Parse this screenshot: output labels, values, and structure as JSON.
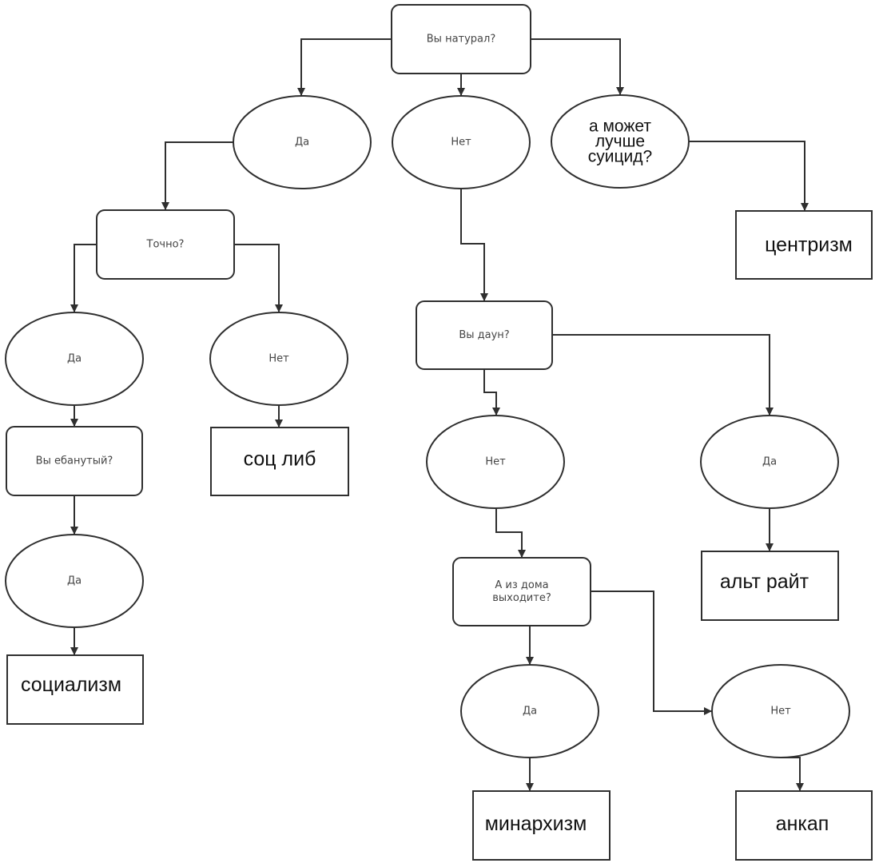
{
  "nodes": [
    {
      "id": "q_natural",
      "shape": "rect",
      "lines": [
        "Вы натурал?"
      ]
    },
    {
      "id": "a_yes_1",
      "shape": "ellipse",
      "lines": [
        "Да"
      ]
    },
    {
      "id": "a_no_1",
      "shape": "ellipse",
      "lines": [
        "Нет"
      ]
    },
    {
      "id": "a_suicide",
      "shape": "ellipse",
      "lines": [
        "а может",
        "лучше",
        "суицид?"
      ]
    },
    {
      "id": "r_centrism",
      "shape": "box",
      "lines": [
        "центризм"
      ]
    },
    {
      "id": "q_sure",
      "shape": "rect",
      "lines": [
        "Точно?"
      ]
    },
    {
      "id": "a_yes_2",
      "shape": "ellipse",
      "lines": [
        "Да"
      ]
    },
    {
      "id": "a_no_2",
      "shape": "ellipse",
      "lines": [
        "Нет"
      ]
    },
    {
      "id": "q_crazy",
      "shape": "rect",
      "lines": [
        "Вы ебанутый?"
      ]
    },
    {
      "id": "r_soclib",
      "shape": "box",
      "lines": [
        "соц либ"
      ]
    },
    {
      "id": "a_yes_3",
      "shape": "ellipse",
      "lines": [
        "Да"
      ]
    },
    {
      "id": "r_socialism",
      "shape": "box",
      "lines": [
        "социализм"
      ]
    },
    {
      "id": "q_down",
      "shape": "rect",
      "lines": [
        "Вы даун?"
      ]
    },
    {
      "id": "a_no_3",
      "shape": "ellipse",
      "lines": [
        "Нет"
      ]
    },
    {
      "id": "a_yes_4",
      "shape": "ellipse",
      "lines": [
        "Да"
      ]
    },
    {
      "id": "r_altright",
      "shape": "box",
      "lines": [
        "альт райт"
      ]
    },
    {
      "id": "q_home",
      "shape": "rect",
      "lines": [
        "А из дома",
        "выходите?"
      ]
    },
    {
      "id": "a_yes_5",
      "shape": "ellipse",
      "lines": [
        "Да"
      ]
    },
    {
      "id": "a_no_4",
      "shape": "ellipse",
      "lines": [
        "Нет"
      ]
    },
    {
      "id": "r_minarchism",
      "shape": "box",
      "lines": [
        "минархизм"
      ]
    },
    {
      "id": "r_ancap",
      "shape": "box",
      "lines": [
        "анкап"
      ]
    }
  ],
  "edges": [
    [
      "q_natural",
      "a_yes_1"
    ],
    [
      "q_natural",
      "a_no_1"
    ],
    [
      "q_natural",
      "a_suicide"
    ],
    [
      "a_suicide",
      "r_centrism"
    ],
    [
      "a_yes_1",
      "q_sure"
    ],
    [
      "q_sure",
      "a_yes_2"
    ],
    [
      "q_sure",
      "a_no_2"
    ],
    [
      "a_yes_2",
      "q_crazy"
    ],
    [
      "a_no_2",
      "r_soclib"
    ],
    [
      "q_crazy",
      "a_yes_3"
    ],
    [
      "a_yes_3",
      "r_socialism"
    ],
    [
      "a_no_1",
      "q_down"
    ],
    [
      "q_down",
      "a_no_3"
    ],
    [
      "q_down",
      "a_yes_4"
    ],
    [
      "a_yes_4",
      "r_altright"
    ],
    [
      "a_no_3",
      "q_home"
    ],
    [
      "q_home",
      "a_yes_5"
    ],
    [
      "q_home",
      "a_no_4"
    ],
    [
      "a_yes_5",
      "r_minarchism"
    ],
    [
      "a_no_4",
      "r_ancap"
    ]
  ]
}
